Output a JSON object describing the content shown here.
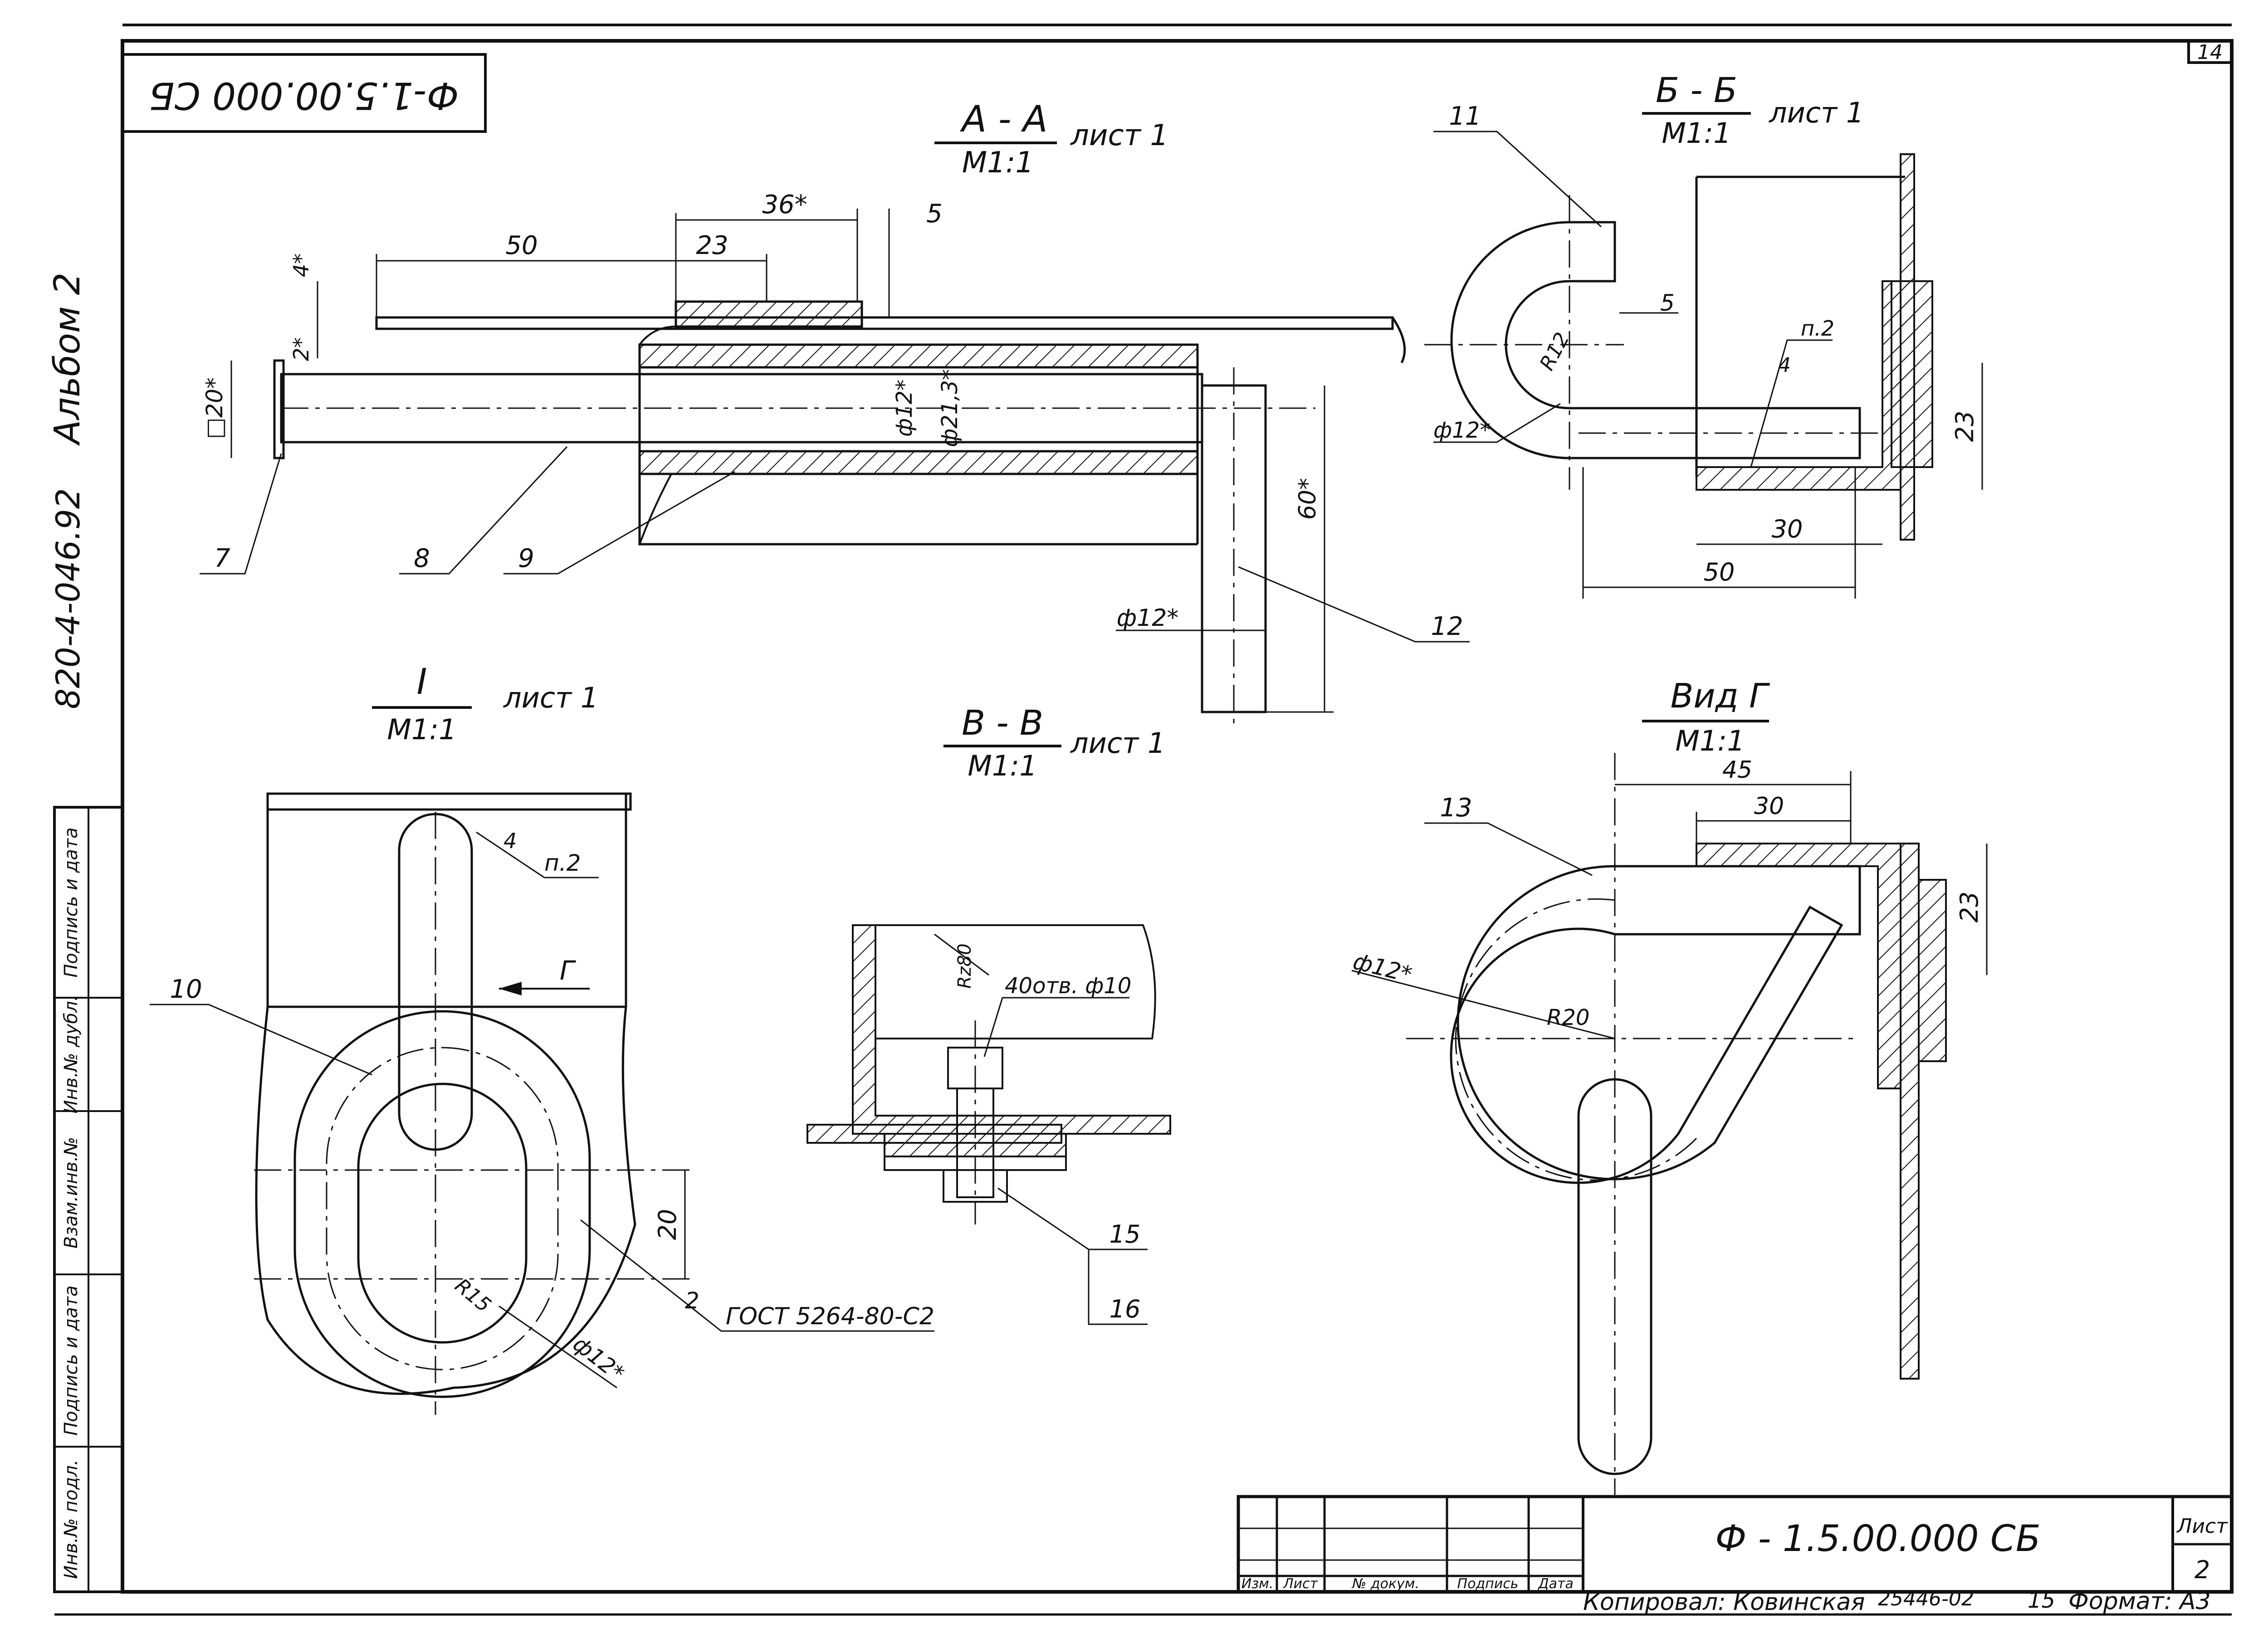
{
  "sheet": {
    "page_number": "14",
    "top_stamp": "Ф-1.5.00.000 СБ",
    "album": "Альбом 2",
    "series": "820-4-046.92"
  },
  "side_stamp": {
    "fields": [
      "Инв.№ подл.",
      "Подпись и дата",
      "Взам.инв.№",
      "Инв.№ дубл.",
      "Подпись и дата"
    ]
  },
  "views": {
    "aa": {
      "title": "А - А",
      "scale": "М1:1",
      "sheet_ref": "лист 1",
      "dims": [
        "50",
        "23",
        "36*",
        "5",
        "4*",
        "2*",
        "□20*",
        "ф12*",
        "ф21,3*",
        "60*",
        "ф12*"
      ],
      "callouts": [
        "7",
        "8",
        "9",
        "12"
      ]
    },
    "bb": {
      "title": "Б - Б",
      "scale": "М1:1",
      "sheet_ref": "лист 1",
      "dims": [
        "5",
        "R12",
        "ф12*",
        "23",
        "30",
        "50",
        "4",
        "п.2"
      ],
      "callouts": [
        "11"
      ]
    },
    "one": {
      "title": "I",
      "scale": "М1:1",
      "sheet_ref": "лист 1",
      "dims": [
        "4",
        "п.2",
        "20",
        "R15",
        "ф12*",
        "2",
        "Г"
      ],
      "callouts": [
        "10"
      ],
      "note": "ГОСТ 5264-80-С2"
    },
    "vv": {
      "title": "В - В",
      "scale": "М1:1",
      "sheet_ref": "лист 1",
      "dims": [
        "Rz80",
        "40отв. ф10"
      ],
      "callouts": [
        "15",
        "16"
      ]
    },
    "vg": {
      "title": "Вид Г",
      "scale": "М1:1",
      "dims": [
        "45",
        "30",
        "23",
        "ф12*",
        "R20"
      ],
      "callouts": [
        "13"
      ]
    }
  },
  "title_block": {
    "headers": [
      "Изм.",
      "Лист",
      "№ докум.",
      "Подпись",
      "Дата"
    ],
    "designation": "Ф - 1.5.00.000  СБ",
    "sheet_label": "Лист",
    "sheet_no": "2"
  },
  "footer": {
    "copied": "Копировал: Ковинская",
    "number": "25446-02",
    "n": "15",
    "format": "Формат: А3"
  }
}
